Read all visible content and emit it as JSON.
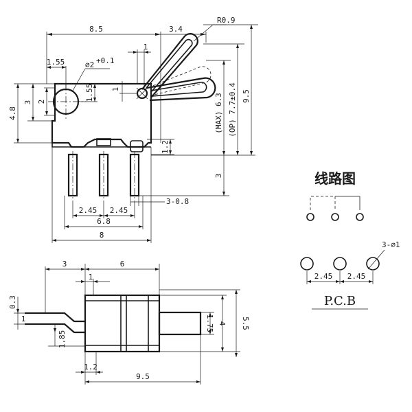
{
  "top_view": {
    "dim_width_overall": "8.5",
    "dim_lever_offset": "3.4",
    "dim_lever_radius": "R0.9",
    "dim_lever_pin": "1",
    "dim_hole_x": "1.55",
    "dim_hole_dia": "⌀2",
    "dim_hole_tol": "+0.1\n0",
    "dim_hole_y": "1.55",
    "dim_hole_center": "1",
    "dim_mount_h": "3",
    "dim_tab_h": "2",
    "dim_body_h": "4.8",
    "dim_max": "(MAX) 6.3",
    "dim_op": "(OP) 7.7±0.4",
    "dim_total_h": "9.5",
    "dim_slot": "1.2",
    "dim_pin_len": "3",
    "dim_pin_w": "3-0.8",
    "dim_pitch_left": "2.45",
    "dim_pitch_right": "2.45",
    "dim_pin_span": "6.8",
    "dim_base_w": "8"
  },
  "side_view": {
    "dim_left": "3",
    "dim_right": "6",
    "dim_step": "1",
    "dim_lever_t": "0.3",
    "dim_lever_w": "1",
    "dim_lever_drop": "1.85",
    "dim_plunger_h": "1.75",
    "dim_plunger_w": "4",
    "dim_body_h": "5.5",
    "dim_foot": "1.2",
    "dim_length": "9.5"
  },
  "circuit": {
    "title": "线路图"
  },
  "pcb": {
    "pitch_left": "2.45",
    "pitch_right": "2.45",
    "hole_spec": "3-⌀1",
    "label": "P.C.B"
  }
}
